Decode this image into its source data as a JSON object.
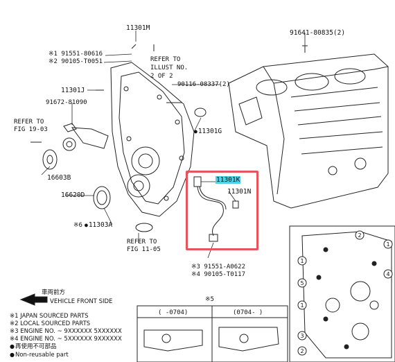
{
  "parts": {
    "p11301m": "11301M",
    "p91641": "91641-80835(2)",
    "p91551_80616": "※1 91551-80616",
    "p90105_t0051": "※2 90105-T0051",
    "refer_illust_1": "REFER TO",
    "refer_illust_2": "ILLUST NO.",
    "refer_illust_3": "2 OF 2",
    "p90116": "90116-08337(2)",
    "p11301j": "11301J",
    "p91672": "91672-81090",
    "refer_fig19_1": "REFER TO",
    "refer_fig19_2": "FIG 19-03",
    "p11301g": "11301G",
    "p11301k": "11301K",
    "p11301n": "11301N",
    "p16603b": "16603B",
    "p16620d": "16620D",
    "p11303a": "11303A",
    "p11303a_note": "※6",
    "refer_fig11_1": "REFER TO",
    "refer_fig11_2": "FIG 11-05",
    "p91551_a0622": "※3 91551-A0622",
    "p90105_t0117": "※4 90105-T0117"
  },
  "front": {
    "jp": "車両前方",
    "en": "VEHICLE FRONT SIDE"
  },
  "legend": [
    "※1 JAPAN SOURCED PARTS",
    "※2 LOCAL SOURCED PARTS",
    "※3 ENGINE NO. ~ 9XXXXXX  5XXXXXX",
    "※4 ENGINE NO. ~ 5XXXXXX  9XXXXXX",
    "再使用不可部品",
    "Non-reusable part"
  ],
  "inset": {
    "note": "※5",
    "col1": "( -0704)",
    "col2": "(0704- )"
  },
  "callouts": [
    "1",
    "2",
    "3",
    "4",
    "5"
  ]
}
